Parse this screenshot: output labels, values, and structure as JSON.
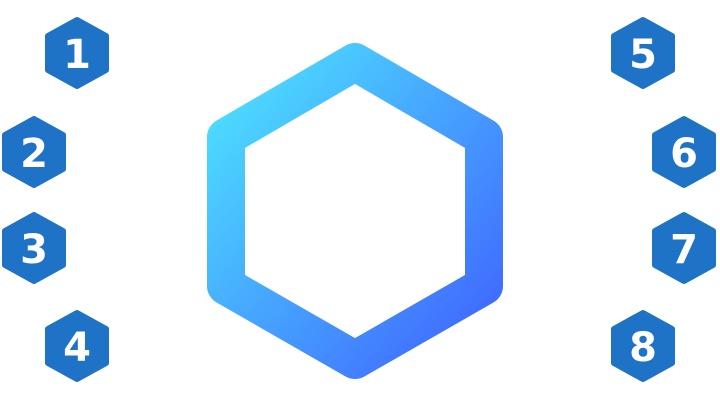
{
  "colors": {
    "badge_fill": "#1f73c6",
    "badge_text": "#ffffff",
    "hexagon_gradient_start": "#4de3ff",
    "hexagon_gradient_end": "#3f63ff",
    "background": "#ffffff"
  },
  "center_shape": {
    "icon": "large-gradient-hexagon-outline-icon"
  },
  "badges": {
    "left": [
      "1",
      "2",
      "3",
      "4"
    ],
    "right": [
      "5",
      "6",
      "7",
      "8"
    ]
  }
}
